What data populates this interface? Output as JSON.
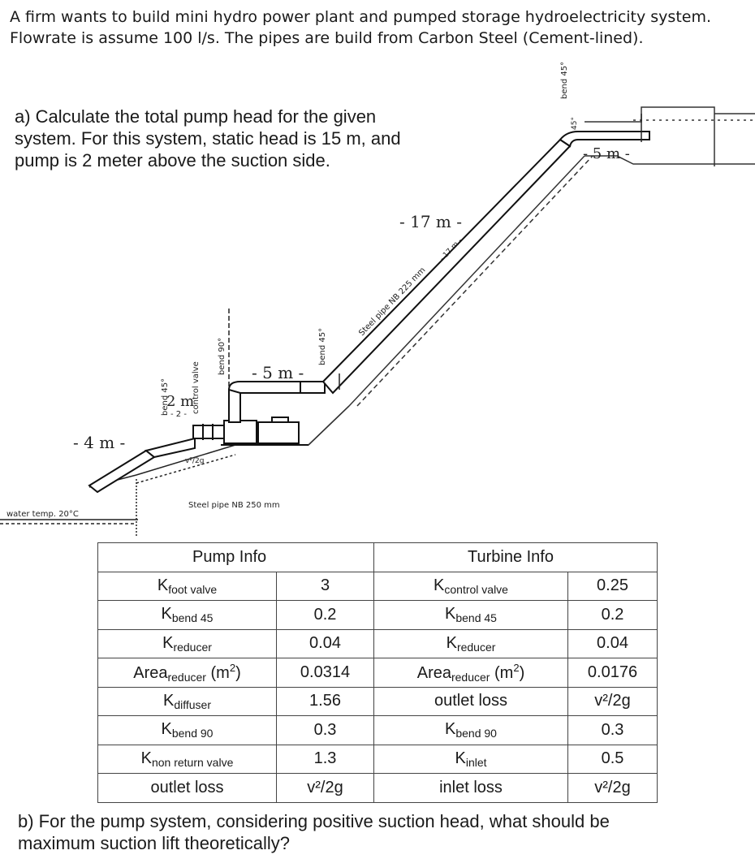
{
  "intro": {
    "line1": "A firm wants to build mini hydro power plant and pumped storage hydroelectricity system.",
    "line2": "Flowrate is assume 100 l/s. The pipes are build from Carbon Steel (Cement-lined)."
  },
  "question_a": {
    "line1": "a) Calculate the total pump head for the given",
    "line2": "system. For this system, static head is 15 m, and",
    "line3": "pump is 2 meter above the suction side."
  },
  "question_b": {
    "line1": "b) For the pump system, considering positive suction head, what should be",
    "line2": "maximum suction lift theoretically?"
  },
  "diagram": {
    "len_4m": "- 4 m -",
    "len_2m": "2 m",
    "len_2m_small": "- 2 -",
    "len_5m_mid": "- 5 m -",
    "len_17m": "- 17 m -",
    "len_17m_small": "- 17 m -",
    "len_5m_top": "- 5 m -",
    "bend45_left": "bend 45°",
    "control_valve": "control valve",
    "bend90": "bend 90°",
    "bend45_mid": "bend 45°",
    "bend45_top": "bend 45°",
    "bend45_top_small": "45°",
    "steel_pipe_225": "Steel pipe NB 225 mm",
    "steel_pipe_250": "Steel pipe NB 250 mm",
    "water_temp": "water temp. 20°C",
    "v2_2g": "v²/2g"
  },
  "table": {
    "pump_header": "Pump Info",
    "turbine_header": "Turbine Info",
    "rows": [
      {
        "p_sym": "K",
        "p_sub": "foot valve",
        "p_sup": "",
        "p_post": "",
        "p_val": "3",
        "t_sym": "K",
        "t_sub": "control valve",
        "t_sup": "",
        "t_post": "",
        "t_val": "0.25"
      },
      {
        "p_sym": "K",
        "p_sub": "bend 45",
        "p_sup": "",
        "p_post": "",
        "p_val": "0.2",
        "t_sym": "K",
        "t_sub": "bend 45",
        "t_sup": "",
        "t_post": "",
        "t_val": "0.2"
      },
      {
        "p_sym": "K",
        "p_sub": "reducer",
        "p_sup": "",
        "p_post": "",
        "p_val": "0.04",
        "t_sym": "K",
        "t_sub": "reducer",
        "t_sup": "",
        "t_post": "",
        "t_val": "0.04"
      },
      {
        "p_sym": "Area",
        "p_sub": "reducer",
        "p_mid": " (m",
        "p_sup": "2",
        "p_post": ")",
        "p_val": "0.0314",
        "t_sym": "Area",
        "t_sub": "reducer",
        "t_mid": " (m",
        "t_sup": "2",
        "t_post": ")",
        "t_val": "0.0176"
      },
      {
        "p_sym": "K",
        "p_sub": "diffuser",
        "p_sup": "",
        "p_post": "",
        "p_val": "1.56",
        "t_sym": "outlet loss",
        "t_sub": "",
        "t_sup": "",
        "t_post": "",
        "t_val": "v²/2g"
      },
      {
        "p_sym": "K",
        "p_sub": "bend 90",
        "p_sup": "",
        "p_post": "",
        "p_val": "0.3",
        "t_sym": "K",
        "t_sub": "bend 90",
        "t_sup": "",
        "t_post": "",
        "t_val": "0.3"
      },
      {
        "p_sym": "K",
        "p_sub": "non return valve",
        "p_sup": "",
        "p_post": "",
        "p_val": "1.3",
        "t_sym": "K",
        "t_sub": "inlet",
        "t_sup": "",
        "t_post": "",
        "t_val": "0.5"
      },
      {
        "p_sym": "outlet loss",
        "p_sub": "",
        "p_sup": "",
        "p_post": "",
        "p_val": "v²/2g",
        "t_sym": "inlet loss",
        "t_sub": "",
        "t_sup": "",
        "t_post": "",
        "t_val": "v²/2g"
      }
    ]
  }
}
